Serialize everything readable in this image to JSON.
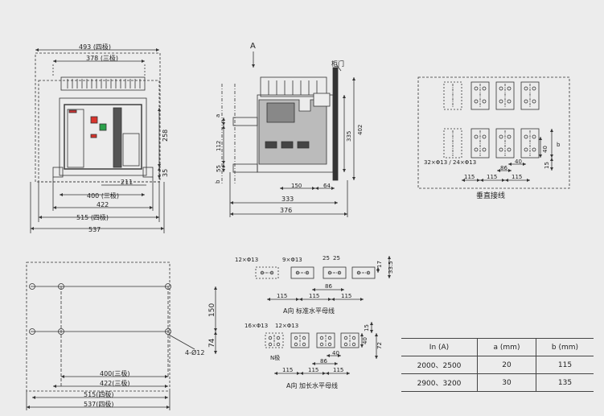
{
  "colors": {
    "background": "#ececec",
    "line": "#333333",
    "green_button": "#2aa14a",
    "red_button": "#d8342c"
  },
  "front_view": {
    "dim_493": "493 (四极)",
    "dim_378": "378 (三极)",
    "dim_258": "258",
    "dim_35": "35",
    "dim_211": "211",
    "dim_400": "400 (三极)",
    "dim_422": "422",
    "dim_515": "515 (四极)",
    "dim_537": "537"
  },
  "side_view": {
    "arrow_label": "A",
    "door_label": "柜门",
    "dim_a": "a",
    "dim_b": "b",
    "dim_112": "112",
    "dim_55": "55",
    "dim_150": "150",
    "dim_64": "64",
    "dim_335": "335",
    "dim_402": "402",
    "dim_333": "333",
    "dim_376": "376"
  },
  "vertical_wiring": {
    "caption": "垂直接线",
    "holes_label": "32×Φ13 / 24×Φ13",
    "dim_115a": "115",
    "dim_115b": "115",
    "dim_115c": "115",
    "dim_40a": "40",
    "dim_40b": "40",
    "dim_86": "86",
    "dim_b": "b",
    "dim_15": "15"
  },
  "mounting_plate": {
    "holes_label": "4-Ø12",
    "dim_150": "150",
    "dim_74": "74",
    "dim_400": "400(三极)",
    "dim_422": "422(三极)",
    "dim_515": "515(四极)",
    "dim_537": "537(四极)"
  },
  "busbar_standard": {
    "holes_12": "12×Φ13",
    "holes_9": "9×Φ13",
    "dim_25a": "25",
    "dim_25b": "25",
    "dim_17": "17",
    "dim_33_5": "33.5",
    "dim_86": "86",
    "dim_115a": "115",
    "dim_115b": "115",
    "dim_115c": "115",
    "caption": "A向  标准水平母线"
  },
  "busbar_extended": {
    "holes_16": "16×Φ13",
    "holes_12": "12×Φ13",
    "n_pole": "N极",
    "dim_15": "15",
    "dim_40a": "40",
    "dim_40b": "40",
    "dim_72": "72",
    "dim_86": "86",
    "dim_115a": "115",
    "dim_115b": "115",
    "dim_115c": "115",
    "caption": "A向  加长水平母线"
  },
  "spec_table": {
    "headers": [
      "In (A)",
      "a (mm)",
      "b (mm)"
    ],
    "rows": [
      [
        "2000、2500",
        "20",
        "115"
      ],
      [
        "2900、3200",
        "30",
        "135"
      ]
    ]
  }
}
